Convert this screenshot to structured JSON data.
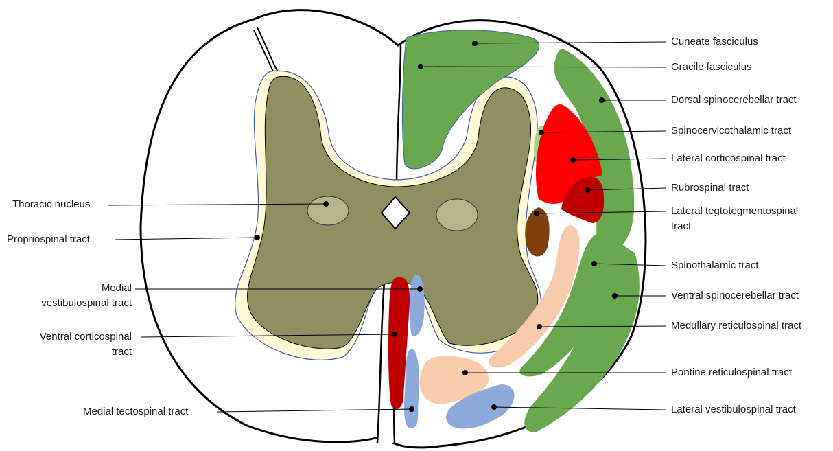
{
  "labels": {
    "cuneate": "Cuneate fasciculus",
    "gracile": "Gracile fasciculus",
    "dorsal_spinocerebellar": "Dorsal spinocerebellar tract",
    "spinocervicothalamic": "Spinocervicothalamic tract",
    "lateral_corticospinal": "Lateral corticospinal tract",
    "rubrospinal": "Rubrospinal tract",
    "lateral_tegto_line1": "Lateral tegtotegmentospinal",
    "lateral_tegto_line2": "tract",
    "spinothalamic": "Spinothalamic tract",
    "ventral_spinocerebellar": "Ventral spinocerebellar tract",
    "medullary_reticulospinal": "Medullary reticulospinal tract",
    "pontine_reticulospinal": "Pontine reticulospinal tract",
    "lateral_vestibulospinal": "Lateral vestibulospinal tract",
    "thoracic_nucleus": "Thoracic nucleus",
    "propriospinal": "Propriospinal tract",
    "medial_vestibulo_line1": "Medial",
    "medial_vestibulo_line2": "vestibulospinal tract",
    "ventral_corticospinal_line1": "Ventral corticospinal",
    "ventral_corticospinal_line2": "tract",
    "medial_tectospinal": "Medial tectospinal tract"
  },
  "colors": {
    "green": "#6aa84f",
    "light_green": "#a8d08d",
    "red": "#ff0000",
    "dark_red": "#c00000",
    "brown": "#7f3f0f",
    "peach": "#f8cbad",
    "blue": "#8eaadb",
    "gray_matter": "#8f8f63",
    "halo": "#fff9d5",
    "nucleus": "#b5b58c"
  }
}
